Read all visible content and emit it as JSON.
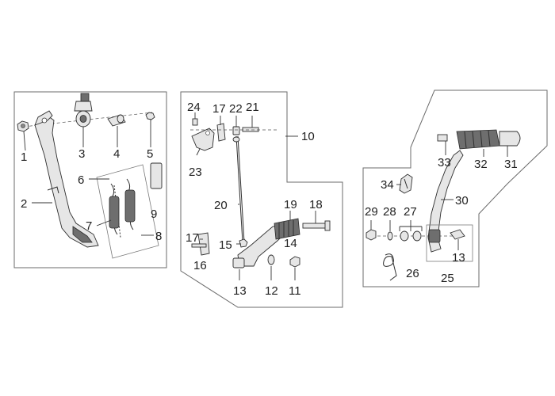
{
  "labels": {
    "p1": "1",
    "p2": "2",
    "p3": "3",
    "p4": "4",
    "p5": "5",
    "p6": "6",
    "p7": "7",
    "p8": "8",
    "p9": "9",
    "p10": "10",
    "p11": "11",
    "p12": "12",
    "p13a": "13",
    "p13b": "13",
    "p14": "14",
    "p15": "15",
    "p16": "16",
    "p17a": "17",
    "p17b": "17",
    "p18": "18",
    "p19": "19",
    "p20": "20",
    "p21": "21",
    "p22": "22",
    "p23": "23",
    "p24": "24",
    "p25": "25",
    "p26": "26",
    "p27": "27",
    "p28": "28",
    "p29": "29",
    "p30": "30",
    "p31": "31",
    "p32": "32",
    "p33": "33",
    "p34": "34"
  }
}
